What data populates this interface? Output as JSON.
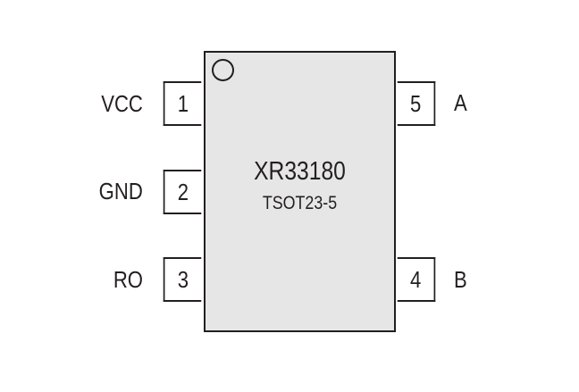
{
  "chip": {
    "part_number": "XR33180",
    "package": "TSOT23-5"
  },
  "pins": [
    {
      "number": "1",
      "name": "VCC"
    },
    {
      "number": "2",
      "name": "GND"
    },
    {
      "number": "3",
      "name": "RO"
    },
    {
      "number": "4",
      "name": "B"
    },
    {
      "number": "5",
      "name": "A"
    }
  ]
}
